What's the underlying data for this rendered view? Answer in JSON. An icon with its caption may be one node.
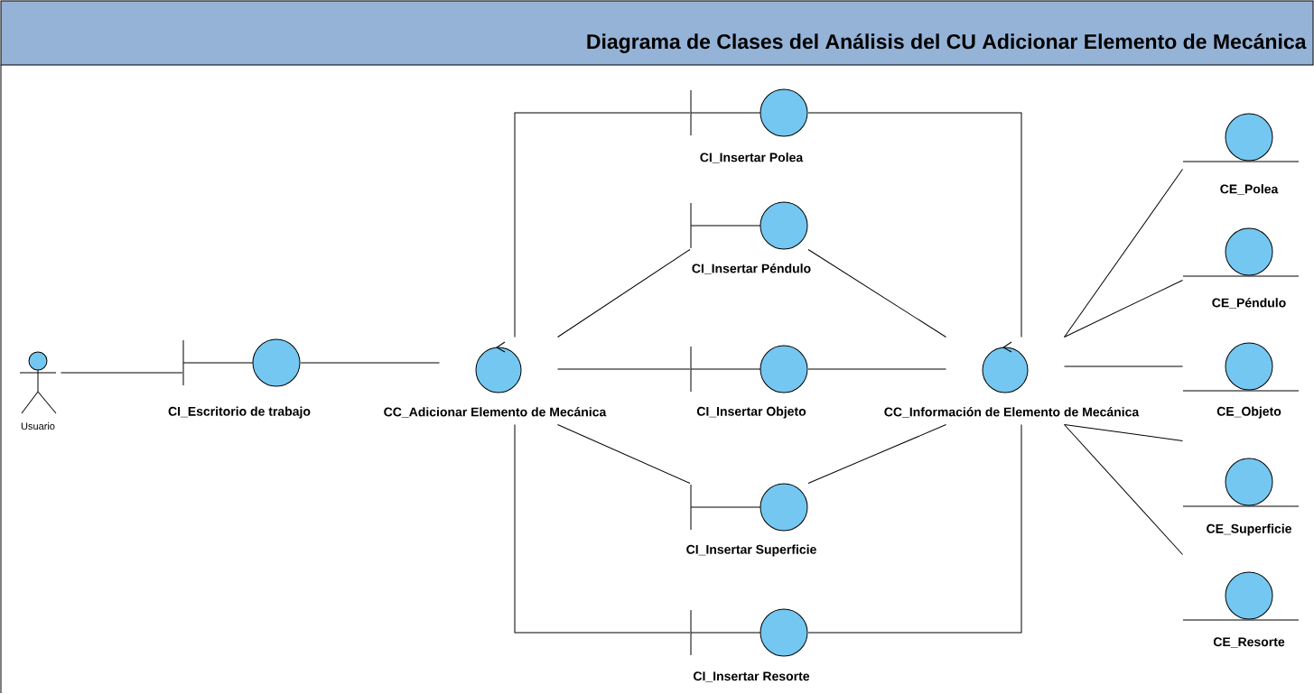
{
  "diagram": {
    "title": "Diagrama de Clases del Análisis del CU Adicionar Elemento de Mecánica",
    "nodes": [
      {
        "text": [
          "Usuario"
        ]
      },
      {
        "text": [
          "CI_Escritorio de trabajo"
        ]
      },
      {
        "text": [
          "CC_Adicionar Elemento de Mecánica"
        ]
      },
      {
        "text": [
          "CI_Insertar Polea"
        ]
      },
      {
        "text": [
          "CI_Insertar Péndulo"
        ]
      },
      {
        "text": [
          "CI_Insertar Objeto"
        ]
      },
      {
        "text": [
          "CI_Insertar Superficie"
        ]
      },
      {
        "text": [
          "CI_Insertar Resorte"
        ]
      },
      {
        "text": [
          "CC_Información de Elemento de Mecánica"
        ]
      },
      {
        "text": [
          "CE_Polea"
        ]
      },
      {
        "text": [
          "CE_Péndulo"
        ]
      },
      {
        "text": [
          "CE_Objeto"
        ]
      },
      {
        "text": [
          "CE_Superficie"
        ]
      },
      {
        "text": [
          "CE_Resorte"
        ]
      }
    ],
    "edges": [
      {
        "from": 0,
        "to": 1,
        "arrow": "none"
      },
      {
        "from": 1,
        "to": 2,
        "arrow": "none"
      },
      {
        "from": 2,
        "to": 3,
        "arrow": "none"
      },
      {
        "from": 2,
        "to": 4,
        "arrow": "none"
      },
      {
        "from": 2,
        "to": 5,
        "arrow": "none"
      },
      {
        "from": 2,
        "to": 6,
        "arrow": "none"
      },
      {
        "from": 2,
        "to": 7,
        "arrow": "none"
      },
      {
        "from": 3,
        "to": 8,
        "arrow": "none"
      },
      {
        "from": 4,
        "to": 8,
        "arrow": "none"
      },
      {
        "from": 5,
        "to": 8,
        "arrow": "none"
      },
      {
        "from": 6,
        "to": 8,
        "arrow": "none"
      },
      {
        "from": 7,
        "to": 8,
        "arrow": "none"
      },
      {
        "from": 8,
        "to": 9,
        "arrow": "none"
      },
      {
        "from": 8,
        "to": 10,
        "arrow": "none"
      },
      {
        "from": 8,
        "to": 11,
        "arrow": "none"
      },
      {
        "from": 8,
        "to": 12,
        "arrow": "none"
      },
      {
        "from": 8,
        "to": 13,
        "arrow": "none"
      }
    ]
  }
}
